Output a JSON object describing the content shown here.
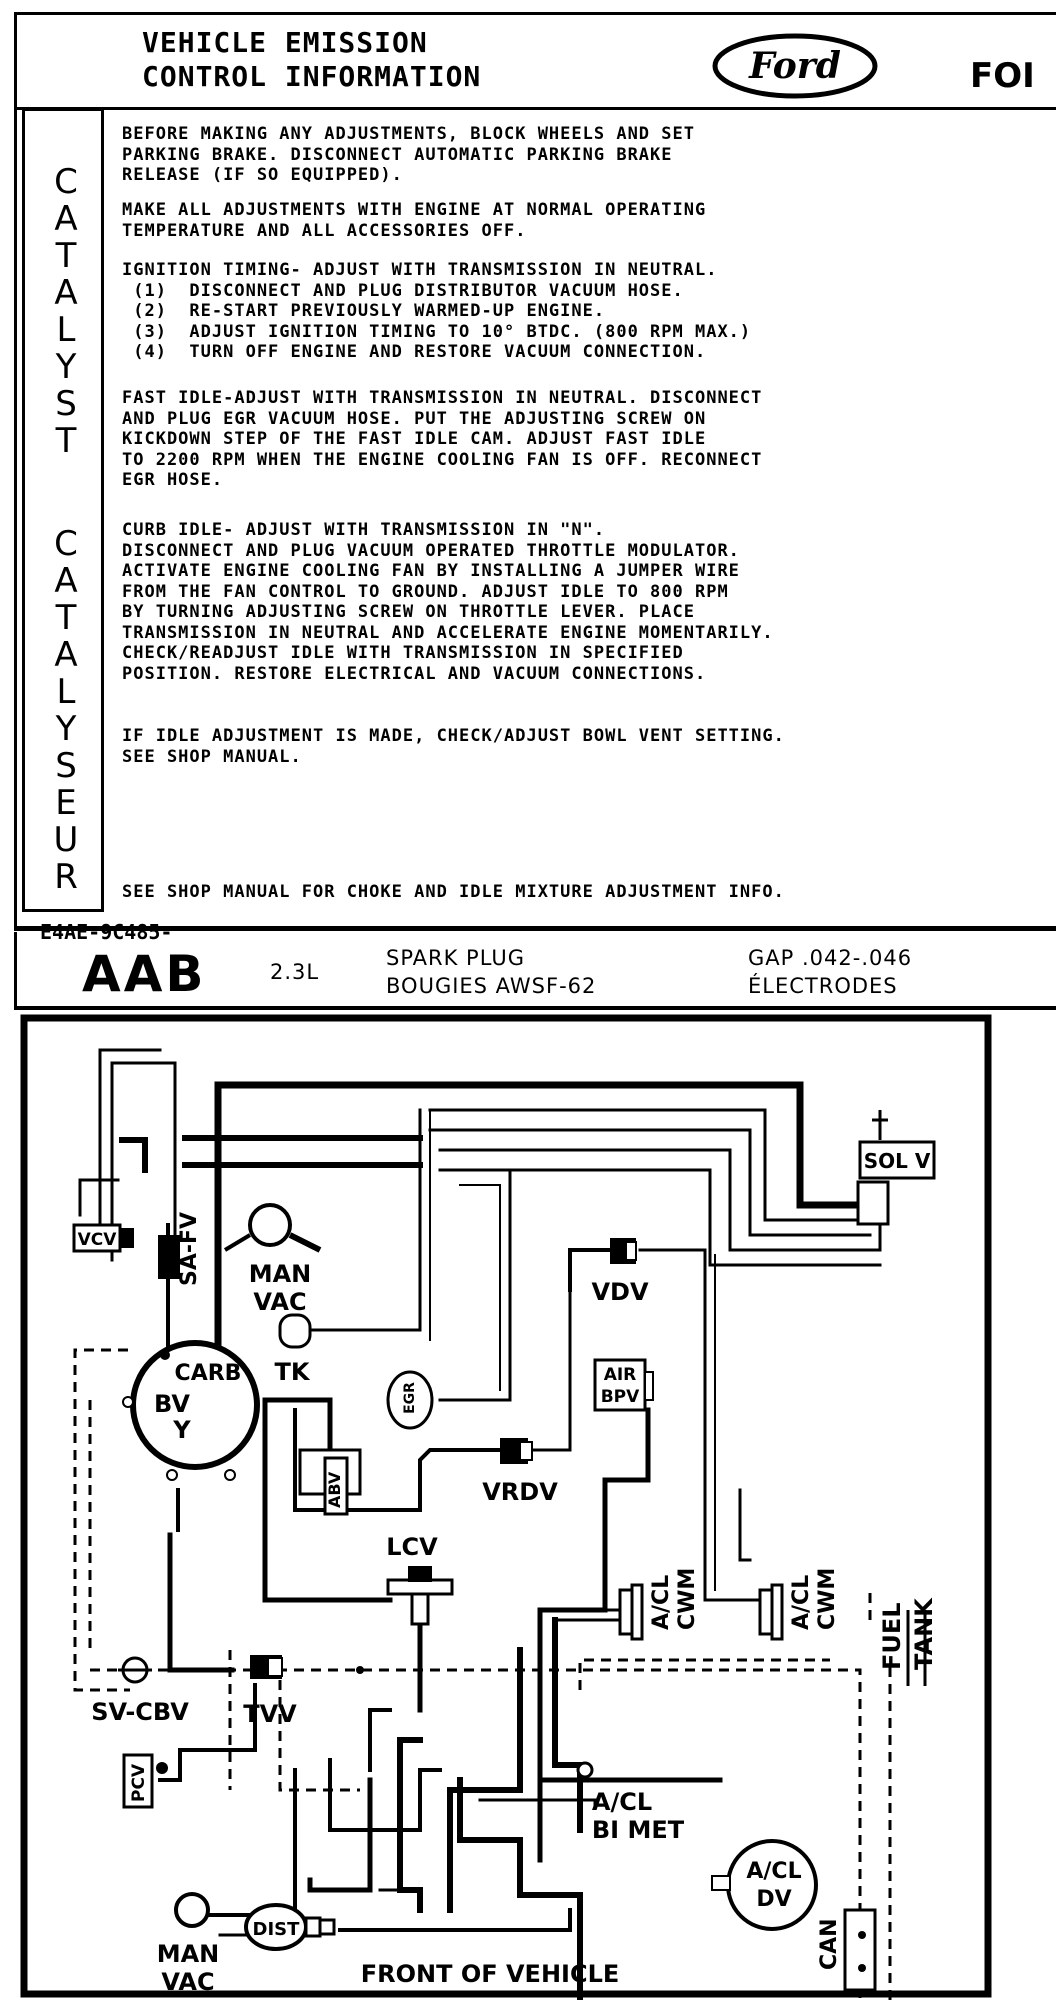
{
  "header": {
    "title_line1": "VEHICLE EMISSION",
    "title_line2": "CONTROL INFORMATION",
    "logo_text": "Ford",
    "right_text": "FOI"
  },
  "side_labels": {
    "catalyst": [
      "C",
      "A",
      "T",
      "A",
      "L",
      "Y",
      "S",
      "T"
    ],
    "catalyseur": [
      "C",
      "A",
      "T",
      "A",
      "L",
      "Y",
      "S",
      "E",
      "U",
      "R"
    ]
  },
  "instructions": {
    "p1": [
      "BEFORE MAKING ANY ADJUSTMENTS, BLOCK WHEELS AND SET",
      "PARKING BRAKE. DISCONNECT AUTOMATIC PARKING BRAKE",
      "RELEASE (IF SO EQUIPPED)."
    ],
    "p2": [
      "MAKE ALL ADJUSTMENTS WITH ENGINE AT NORMAL OPERATING",
      "TEMPERATURE AND ALL ACCESSORIES OFF."
    ],
    "p3": [
      "IGNITION TIMING- ADJUST WITH TRANSMISSION IN NEUTRAL.",
      " (1)  DISCONNECT AND PLUG DISTRIBUTOR VACUUM HOSE.",
      " (2)  RE-START PREVIOUSLY WARMED-UP ENGINE.",
      " (3)  ADJUST IGNITION TIMING TO 10° BTDC. (800 RPM MAX.)",
      " (4)  TURN OFF ENGINE AND RESTORE VACUUM CONNECTION."
    ],
    "p4": [
      "FAST IDLE-ADJUST WITH TRANSMISSION IN NEUTRAL. DISCONNECT",
      "AND PLUG EGR VACUUM HOSE. PUT THE ADJUSTING SCREW ON",
      "KICKDOWN STEP OF THE FAST IDLE CAM. ADJUST FAST IDLE",
      "TO 2200 RPM WHEN THE ENGINE COOLING FAN IS OFF. RECONNECT",
      "EGR HOSE."
    ],
    "p5": [
      "CURB IDLE- ADJUST WITH TRANSMISSION IN \"N\".",
      "DISCONNECT AND PLUG VACUUM OPERATED THROTTLE MODULATOR.",
      "ACTIVATE ENGINE COOLING FAN BY INSTALLING A JUMPER WIRE",
      "FROM THE FAN CONTROL TO GROUND. ADJUST IDLE TO 800 RPM",
      "BY TURNING ADJUSTING SCREW ON THROTTLE LEVER. PLACE",
      "TRANSMISSION IN NEUTRAL AND ACCELERATE ENGINE MOMENTARILY.",
      "CHECK/READJUST IDLE WITH TRANSMISSION IN SPECIFIED",
      "POSITION. RESTORE ELECTRICAL AND VACUUM CONNECTIONS."
    ],
    "p6": [
      "IF IDLE ADJUSTMENT IS MADE, CHECK/ADJUST BOWL VENT SETTING.",
      "SEE SHOP MANUAL."
    ],
    "footer": "SEE SHOP MANUAL FOR CHOKE AND IDLE MIXTURE ADJUSTMENT INFO."
  },
  "spec": {
    "part_number": "E4AE-9C485-",
    "suffix": "AAB",
    "engine": "2.3L",
    "spark_plug_en": "SPARK PLUG",
    "spark_plug_fr": "BOUGIES  AWSF-62",
    "gap_en": "GAP .042-.046",
    "gap_fr": "ÉLECTRODES"
  },
  "diagram": {
    "labels": {
      "sol_v": "SOL V",
      "vcv": "VCV",
      "sa_fv": "SA-FV",
      "man_vac_top_1": "MAN",
      "man_vac_top_2": "VAC",
      "tk": "TK",
      "vdv": "VDV",
      "egr": "EGR",
      "air_bpv_1": "AIR",
      "air_bpv_2": "BPV",
      "carb": "CARB",
      "bvy_1": "BV",
      "bvy_2": "Y",
      "abv": "ABV",
      "vrdv": "VRDV",
      "lcv": "LCV",
      "acl_cwm_1a": "A/CL",
      "acl_cwm_1b": "CWM",
      "acl_cwm_2a": "A/CL",
      "acl_cwm_2b": "CWM",
      "fuel_tank_1": "FUEL",
      "fuel_tank_2": "TANK",
      "sv_cbv": "SV-CBV",
      "tvv": "TVV",
      "pcv": "PCV",
      "acl_bimet_1": "A/CL",
      "acl_bimet_2": "BI MET",
      "acl_dv_1": "A/CL",
      "acl_dv_2": "DV",
      "man_vac_bot_1": "MAN",
      "man_vac_bot_2": "VAC",
      "can": "CAN",
      "dist": "DIST",
      "front_of_vehicle": "FRONT OF VEHICLE"
    }
  }
}
